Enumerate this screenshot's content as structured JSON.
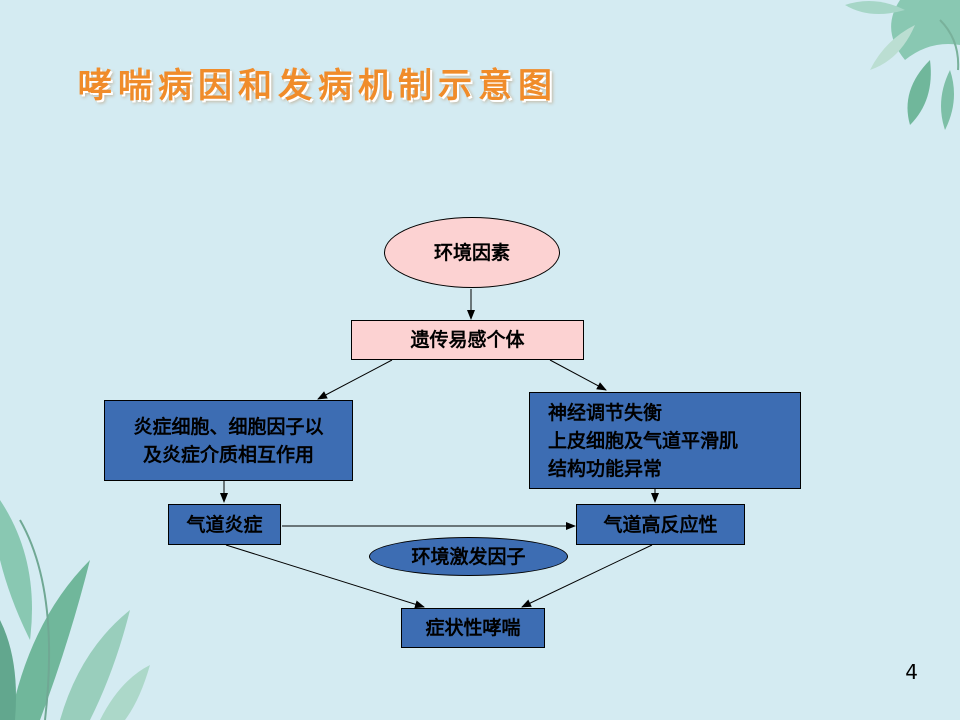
{
  "slide": {
    "title": "哮喘病因和发病机制示意图",
    "page_number": "4"
  },
  "diagram": {
    "nodes": {
      "env_factors": "环境因素",
      "genetic_susceptible": "遗传易感个体",
      "inflammation_cells": [
        "炎症细胞、细胞因子以",
        "及炎症介质相互作用"
      ],
      "neuro_regulation": [
        "神经调节失衡",
        "上皮细胞及气道平滑肌",
        "结构功能异常"
      ],
      "airway_inflammation": "气道炎症",
      "airway_hyperresponsiveness": "气道高反应性",
      "env_triggers": "环境激发因子",
      "symptomatic_asthma": "症状性哮喘"
    }
  },
  "colors": {
    "background": "#d4ebf2",
    "title": "#f08c2a",
    "node_blue": "#3d6db3",
    "node_pink": "#fcd2d2"
  }
}
